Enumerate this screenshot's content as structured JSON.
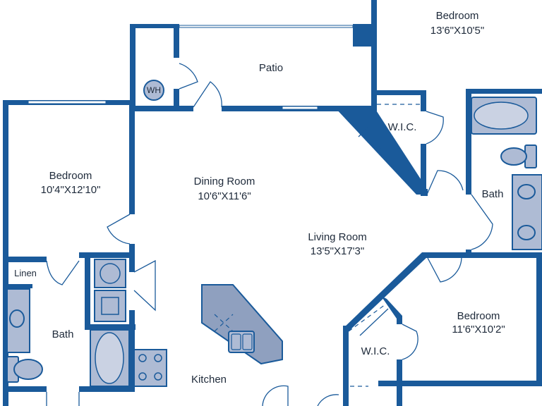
{
  "plan": {
    "rooms": {
      "bedroom_top_right": {
        "name": "Bedroom",
        "size": "13'6\"X10'5\""
      },
      "patio": {
        "name": "Patio"
      },
      "bedroom_left": {
        "name": "Bedroom",
        "size": "10'4\"X12'10\""
      },
      "dining_room": {
        "name": "Dining Room",
        "size": "10'6\"X11'6\""
      },
      "living_room": {
        "name": "Living Room",
        "size": "13'5\"X17'3\""
      },
      "wic_upper": {
        "name": "W.I.C."
      },
      "bath_right": {
        "name": "Bath"
      },
      "linen": {
        "name": "Linen"
      },
      "bath_left": {
        "name": "Bath"
      },
      "kitchen": {
        "name": "Kitchen"
      },
      "bedroom_bottom_right": {
        "name": "Bedroom",
        "size": "11'6\"X10'2\""
      },
      "wic_lower": {
        "name": "W.I.C."
      }
    },
    "fixtures": {
      "water_heater": "WH"
    },
    "colors": {
      "wall": "#1a5a9a",
      "fixture": "#aebbd4"
    },
    "icons": [
      "water-heater-icon",
      "bathtub-icon",
      "toilet-icon",
      "sink-icon",
      "washer-icon",
      "dryer-icon",
      "stove-icon",
      "kitchen-sink-icon"
    ]
  }
}
